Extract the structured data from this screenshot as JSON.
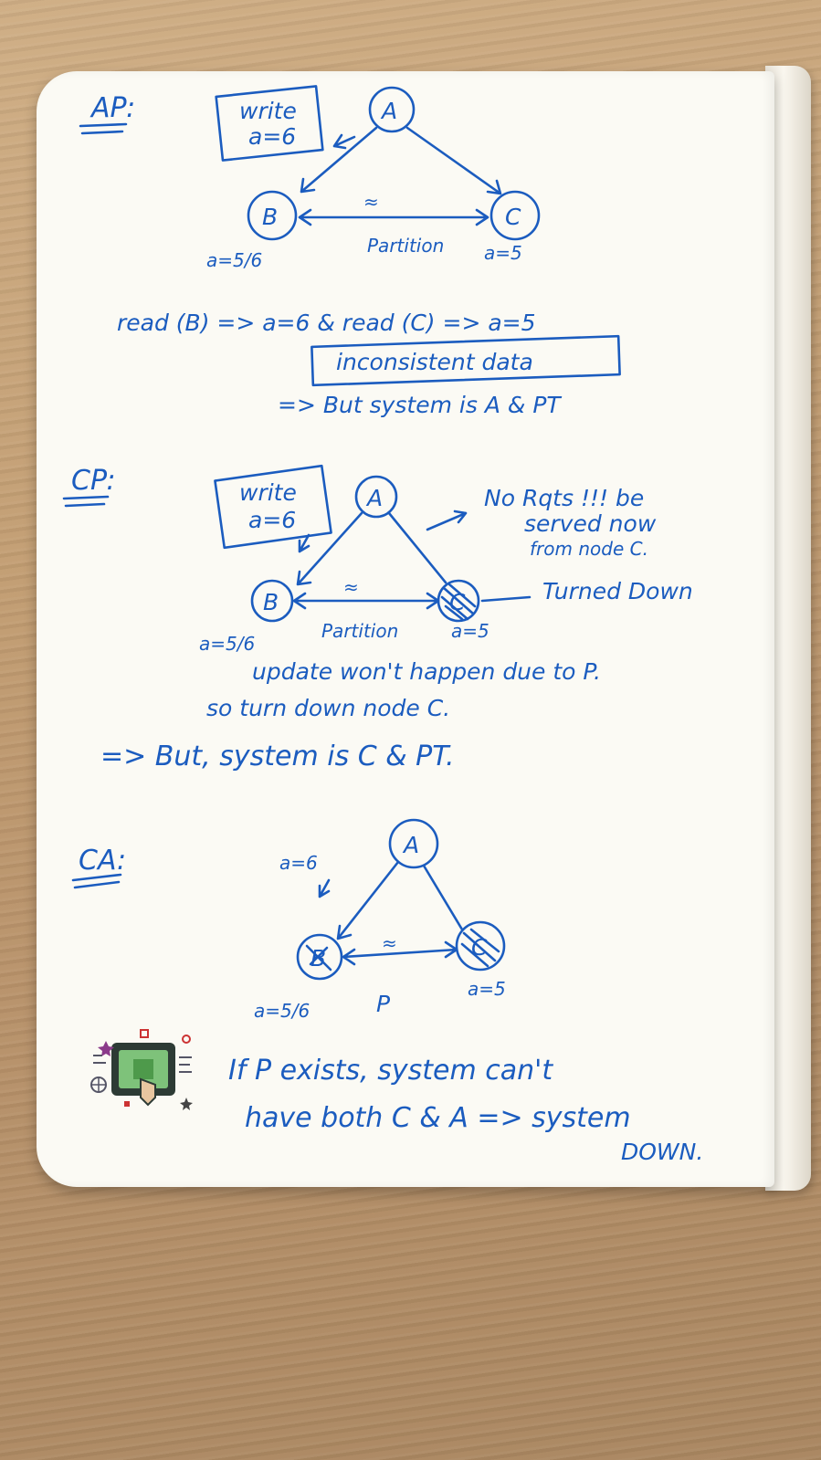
{
  "sections": {
    "ap": {
      "title": "AP:",
      "write_box": [
        "write",
        "a=6"
      ],
      "nodes": [
        "A",
        "B",
        "C"
      ],
      "b_value": "a=5/6",
      "partition_label": "Partition",
      "c_value": "a=5",
      "read_line": "read (B) => a=6  &  read (C) => a=5",
      "boxed_note": "inconsistent data",
      "conclusion": "=> But system is A & PT"
    },
    "cp": {
      "title": "CP:",
      "write_box": [
        "write",
        "a=6"
      ],
      "nodes": [
        "A",
        "B",
        "C"
      ],
      "side_note": [
        "No Rqts !!! be",
        "served now",
        "from node C."
      ],
      "turned_down": "Turned Down",
      "partition_label": "Partition",
      "b_value": "a=5/6",
      "c_value": "a=5",
      "update_line": "update won't happen due to P.",
      "turn_down_line": "so turn down node C.",
      "conclusion": "=> But, system is C & PT."
    },
    "ca": {
      "title": "CA:",
      "write_label": "a=6",
      "nodes": [
        "A",
        "B",
        "C"
      ],
      "partition_label": "P",
      "b_value": "a=5/6",
      "c_value": "a=5",
      "conclusion_1": "If P exists, system can't",
      "conclusion_2": "have both C & A => system",
      "conclusion_3": "DOWN."
    }
  },
  "colors": {
    "ink": "#1b5cbf",
    "paper": "#fbfaf4",
    "desk": "#c29d72"
  }
}
